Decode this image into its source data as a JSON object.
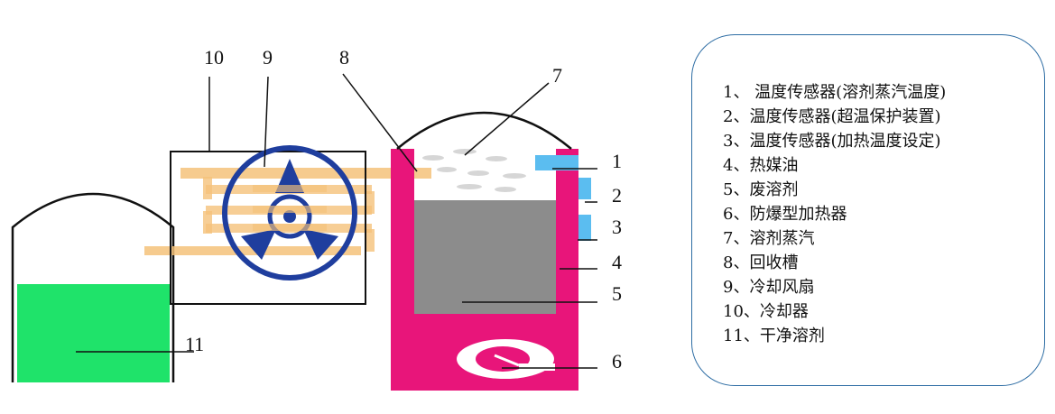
{
  "colors": {
    "tank_pink": "#e8157a",
    "solvent_gray": "#8c8c8c",
    "clean_green": "#1fe36a",
    "sensor_blue": "#5bbdf0",
    "fan_blue": "#1f3e9e",
    "coil_orange": "#f5c27a",
    "legend_border": "#2e6da4"
  },
  "icons": [
    "fan-icon",
    "heater-icon"
  ],
  "callouts": [
    "1",
    "2",
    "3",
    "4",
    "5",
    "6",
    "7",
    "8",
    "9",
    "10",
    "11"
  ],
  "legend": [
    "1、 温度传感器(溶剂蒸汽温度)",
    "2、温度传感器(超温保护装置)",
    "3、温度传感器(加热温度设定)",
    "4、热媒油",
    "5、废溶剂",
    "6、防爆型加热器",
    "7、溶剂蒸汽",
    "8、回收槽",
    "9、冷却风扇",
    "10、冷却器",
    "11、干净溶剂"
  ]
}
